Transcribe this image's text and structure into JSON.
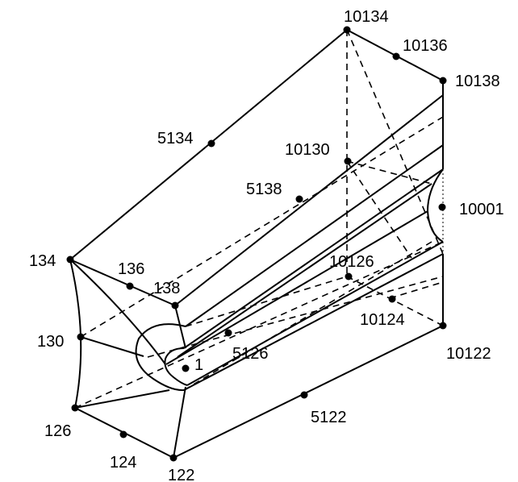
{
  "diagram": {
    "node_labels": {
      "n1": "1",
      "n122": "122",
      "n124": "124",
      "n126": "126",
      "n130": "130",
      "n134": "134",
      "n136": "136",
      "n138": "138",
      "n5122": "5122",
      "n5126": "5126",
      "n5134": "5134",
      "n5138": "5138",
      "n10001": "10001",
      "n10122": "10122",
      "n10124": "10124",
      "n10126": "10126",
      "n10130": "10130",
      "n10134": "10134",
      "n10136": "10136",
      "n10138": "10138"
    }
  }
}
